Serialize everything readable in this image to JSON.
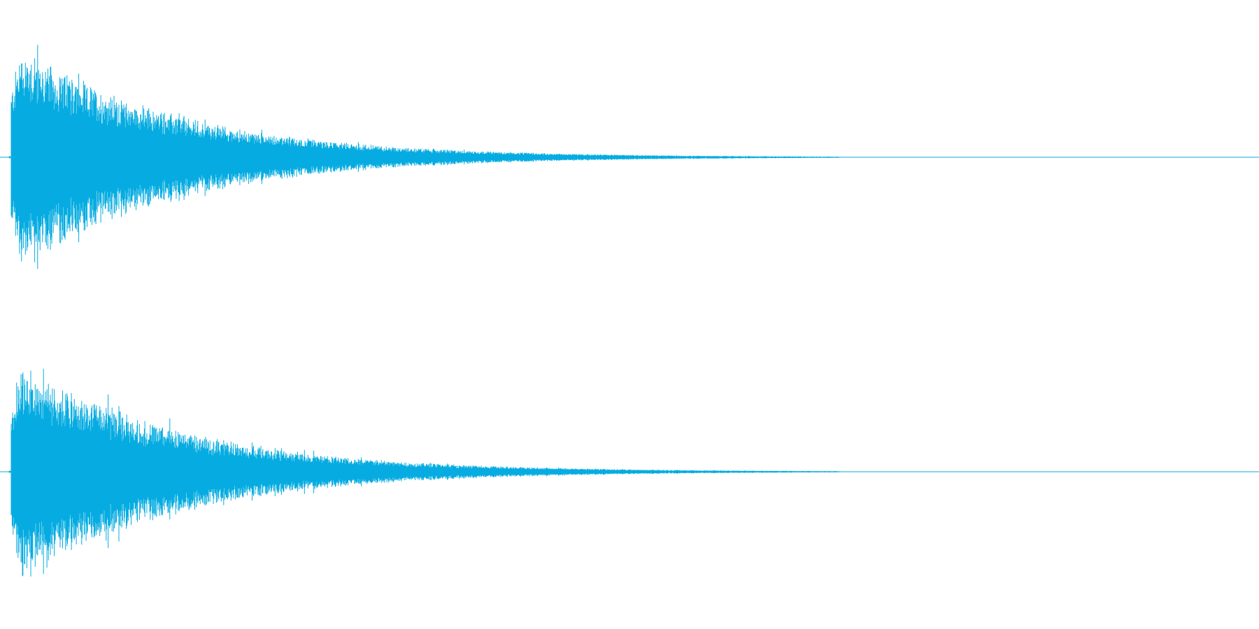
{
  "waveform": {
    "color": "#06ace1",
    "channels": [
      {
        "name": "",
        "peak_amplitude": 1.0,
        "decay_fraction_of_width": 0.3
      },
      {
        "name": "",
        "peak_amplitude": 1.0,
        "decay_fraction_of_width": 0.3
      }
    ]
  }
}
